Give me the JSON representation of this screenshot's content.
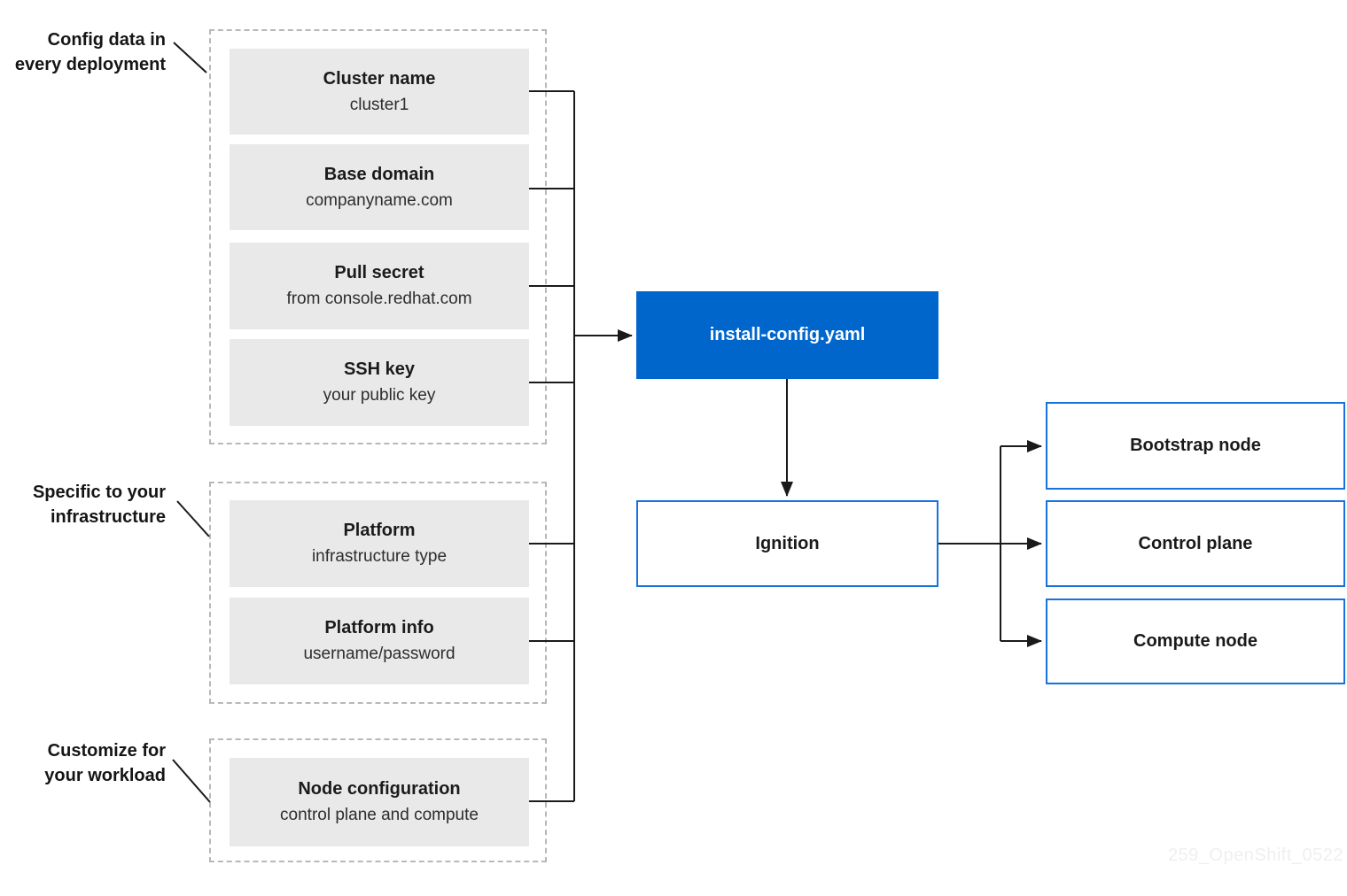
{
  "labels": {
    "config_data": {
      "line1": "Config data in",
      "line2": "every deployment"
    },
    "specific": {
      "line1": "Specific to your",
      "line2": "infrastructure"
    },
    "customize": {
      "line1": "Customize for",
      "line2": "your workload"
    }
  },
  "config_items": [
    {
      "title": "Cluster name",
      "subtitle": "cluster1"
    },
    {
      "title": "Base domain",
      "subtitle": "companyname.com"
    },
    {
      "title": "Pull secret",
      "subtitle": "from console.redhat.com"
    },
    {
      "title": "SSH key",
      "subtitle": "your public key"
    }
  ],
  "infra_items": [
    {
      "title": "Platform",
      "subtitle": "infrastructure type"
    },
    {
      "title": "Platform info",
      "subtitle": "username/password"
    }
  ],
  "workload_items": [
    {
      "title": "Node configuration",
      "subtitle": "control plane and compute"
    }
  ],
  "center": {
    "install_config": "install-config.yaml",
    "ignition": "Ignition"
  },
  "nodes": [
    {
      "label": "Bootstrap node"
    },
    {
      "label": "Control plane"
    },
    {
      "label": "Compute node"
    }
  ],
  "watermark": "259_OpenShift_0522",
  "colors": {
    "blue_fill": "#0066cc",
    "blue_border": "#1673de",
    "box_gray": "#e9e9e9",
    "line": "#1a1a1a",
    "dashed_border": "#b8b8b8"
  }
}
